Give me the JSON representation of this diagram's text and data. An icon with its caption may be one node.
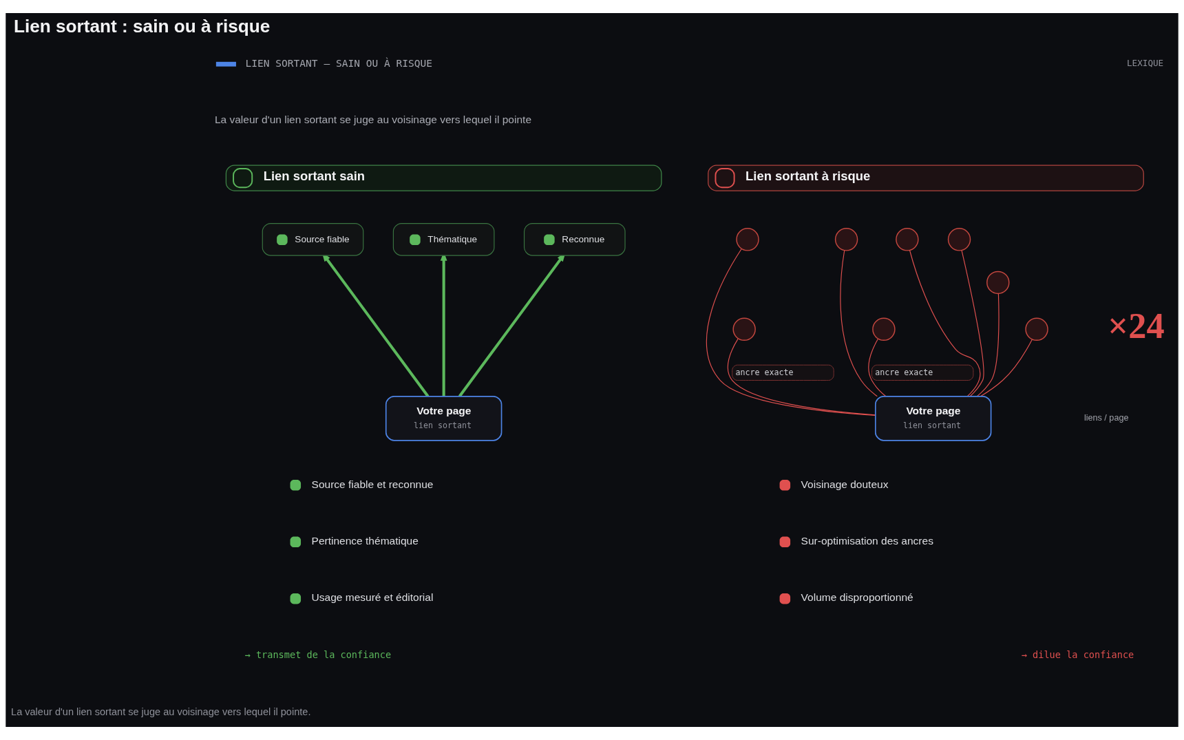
{
  "diagram": {
    "title": "Lien sortant : sain ou à risque",
    "caption": "La valeur d'un lien sortant se juge au voisinage vers lequel il pointe.",
    "nodes": [
      {
        "text": [
          "Lien sortant sain"
        ]
      },
      {
        "text": [
          "Source fiable"
        ]
      },
      {
        "text": [
          "Thématique"
        ]
      },
      {
        "text": [
          "Reconnue"
        ]
      },
      {
        "text": [
          "Votre page",
          "lien sortant"
        ]
      },
      {
        "text": [
          "Lien sortant à risque"
        ]
      },
      {
        "text": [],
        "shape": "circle"
      },
      {
        "text": [],
        "shape": "circle"
      },
      {
        "text": [],
        "shape": "circle"
      },
      {
        "text": [],
        "shape": "circle"
      },
      {
        "text": [],
        "shape": "circle"
      },
      {
        "text": [],
        "shape": "circle"
      },
      {
        "text": [],
        "shape": "circle"
      },
      {
        "text": [],
        "shape": "circle"
      },
      {
        "text": [
          "Votre page",
          "lien sortant"
        ]
      }
    ],
    "edges": [
      {
        "from": 4,
        "to": 1,
        "arrow": "to",
        "style": "thick",
        "color": "#5cb85c"
      },
      {
        "from": 4,
        "to": 2,
        "arrow": "to",
        "style": "thick",
        "color": "#5cb85c"
      },
      {
        "from": 4,
        "to": 3,
        "arrow": "to",
        "style": "thick",
        "color": "#5cb85c"
      },
      {
        "from": 14,
        "to": 6,
        "arrow": "none"
      },
      {
        "from": 14,
        "to": 7,
        "arrow": "none",
        "label": "ancre exacte"
      },
      {
        "from": 14,
        "to": 8,
        "arrow": "none"
      },
      {
        "from": 14,
        "to": 9,
        "arrow": "none",
        "label": "ancre exacte"
      },
      {
        "from": 14,
        "to": 10,
        "arrow": "none"
      },
      {
        "from": 14,
        "to": 11,
        "arrow": "none"
      },
      {
        "from": 14,
        "to": 12,
        "arrow": "none"
      },
      {
        "from": 14,
        "to": 13,
        "arrow": "none"
      }
    ],
    "labels": [
      "LIEN SORTANT — SAIN OU À RISQUE",
      "LEXIQUE",
      "La valeur d'un lien sortant se juge au voisinage vers lequel il pointe",
      "×24",
      "liens / page",
      "Source fiable et reconnue",
      "Pertinence thématique",
      "Usage mesuré et éditorial",
      "Voisinage douteux",
      "Sur-optimisation des ancres",
      "Volume disproportionné",
      "→ transmet de la confiance",
      "→ dilue la confiance"
    ]
  }
}
